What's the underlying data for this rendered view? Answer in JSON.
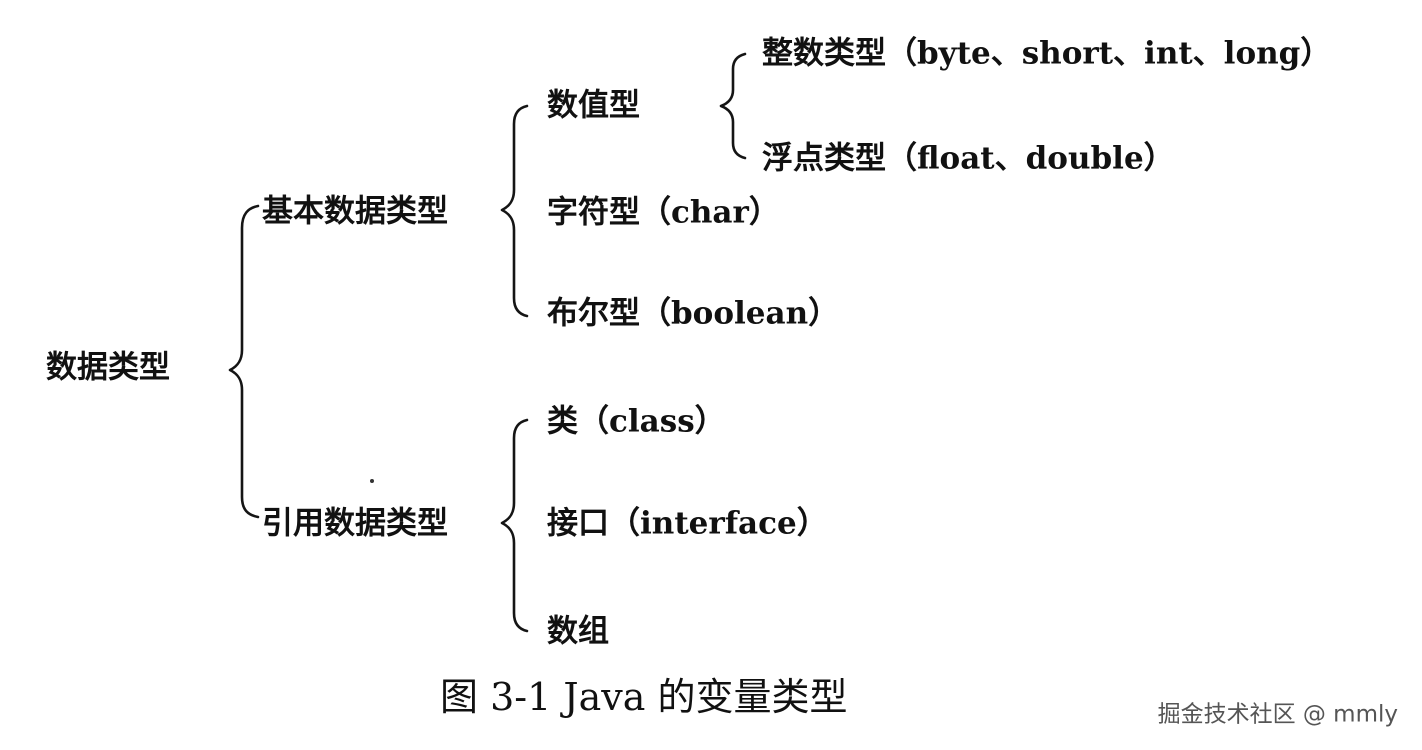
{
  "tree": {
    "root": "数据类型",
    "primitive": {
      "label": "基本数据类型",
      "numeric": {
        "label": "数值型",
        "integer": "整数类型（byte、short、int、long）",
        "float": "浮点类型（float、double）"
      },
      "char": "字符型（char）",
      "boolean": "布尔型（boolean）"
    },
    "reference": {
      "label": "引用数据类型",
      "class": "类（class）",
      "interface": "接口（interface）",
      "array": "数组"
    }
  },
  "caption": "图 3-1   Java 的变量类型",
  "watermark": "掘金技术社区 @ mmly",
  "colors": {
    "ink": "#111111",
    "background": "#ffffff",
    "watermark": "#555555"
  }
}
